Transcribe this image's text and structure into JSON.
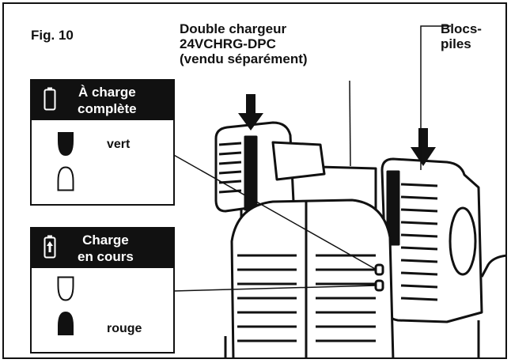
{
  "figure": {
    "label": "Fig. 10",
    "charger_label_lines": [
      "Double chargeur",
      "24VCHRG-DPC",
      "(vendu séparément)"
    ],
    "packs_label_lines": [
      "Blocs-",
      "piles"
    ]
  },
  "legend": {
    "full": {
      "title_lines": [
        "À charge",
        "complète"
      ],
      "state": "vert",
      "icon": "battery-empty-icon"
    },
    "charging": {
      "title_lines": [
        "Charge",
        "en cours"
      ],
      "state": "rouge",
      "icon": "battery-charging-icon"
    }
  },
  "colors": {
    "ink": "#111111",
    "paper": "#ffffff"
  }
}
